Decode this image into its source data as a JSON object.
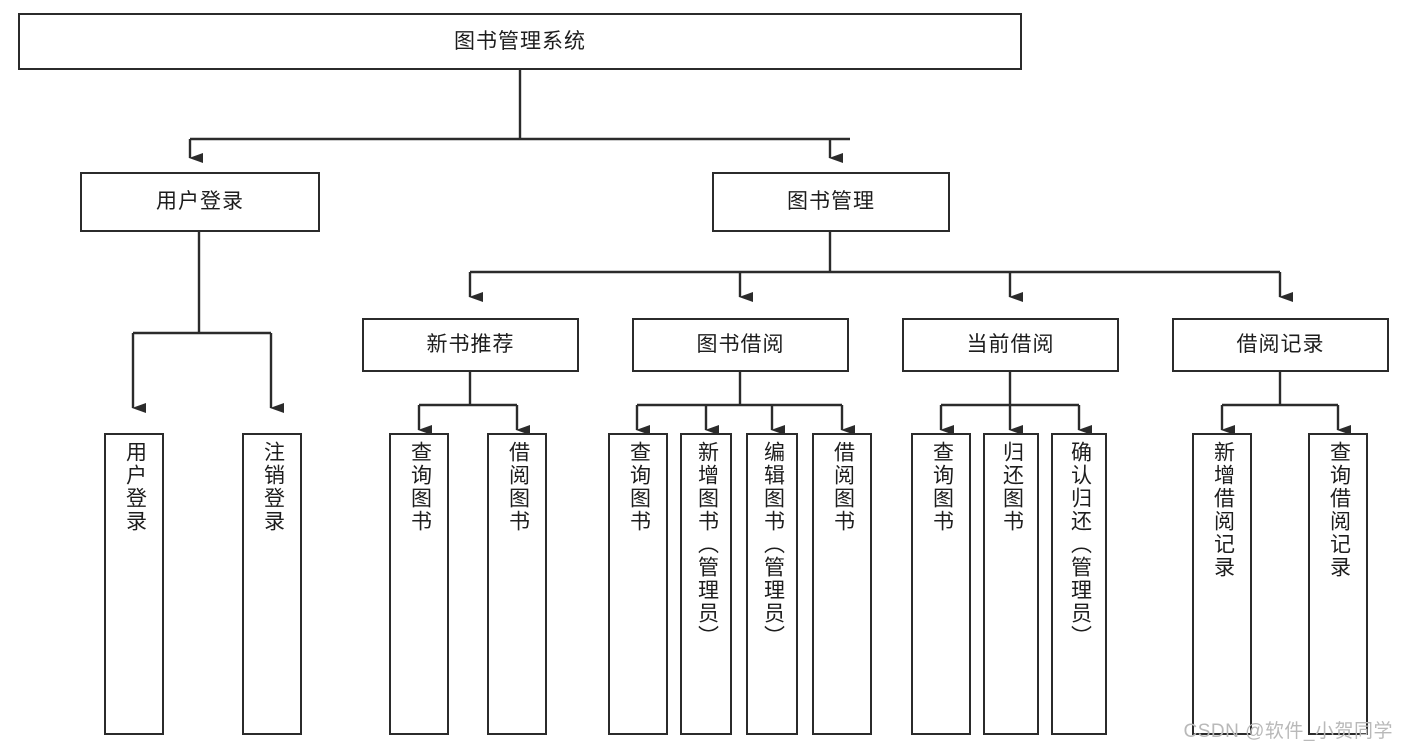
{
  "diagram": {
    "title": "图书管理系统",
    "type": "hierarchy-tree",
    "levels": 4,
    "colors": {
      "background": "#ffffff",
      "box_border": "#2b2b2b",
      "box_fill": "#ffffff",
      "connector": "#2b2b2b",
      "text": "#1d1d1d",
      "watermark": "#b9b9b9"
    },
    "root": {
      "id": "root",
      "label": "图书管理系统",
      "orientation": "horizontal"
    },
    "level2": [
      {
        "id": "user-login",
        "label": "用户登录",
        "orientation": "horizontal"
      },
      {
        "id": "book-manage",
        "label": "图书管理",
        "orientation": "horizontal"
      }
    ],
    "level3": [
      {
        "id": "new-book-recommend",
        "label": "新书推荐",
        "orientation": "horizontal",
        "parent": "book-manage"
      },
      {
        "id": "book-borrow",
        "label": "图书借阅",
        "orientation": "horizontal",
        "parent": "book-manage"
      },
      {
        "id": "current-borrow",
        "label": "当前借阅",
        "orientation": "horizontal",
        "parent": "book-manage"
      },
      {
        "id": "borrow-record",
        "label": "借阅记录",
        "orientation": "horizontal",
        "parent": "book-manage"
      }
    ],
    "leaves": {
      "user_login": [
        {
          "id": "leaf-user-login",
          "label": "用户登录",
          "orientation": "vertical"
        },
        {
          "id": "leaf-logout",
          "label": "注销登录",
          "orientation": "vertical"
        }
      ],
      "new_book_recommend": [
        {
          "id": "leaf-query-book-1",
          "label": "查询图书",
          "orientation": "vertical"
        },
        {
          "id": "leaf-borrow-book-1",
          "label": "借阅图书",
          "orientation": "vertical"
        }
      ],
      "book_borrow": [
        {
          "id": "leaf-query-book-2",
          "label": "查询图书",
          "orientation": "vertical"
        },
        {
          "id": "leaf-add-book-admin",
          "label": "新增图书（管理员）",
          "orientation": "vertical"
        },
        {
          "id": "leaf-edit-book-admin",
          "label": "编辑图书（管理员）",
          "orientation": "vertical"
        },
        {
          "id": "leaf-borrow-book-2",
          "label": "借阅图书",
          "orientation": "vertical"
        }
      ],
      "current_borrow": [
        {
          "id": "leaf-query-book-3",
          "label": "查询图书",
          "orientation": "vertical"
        },
        {
          "id": "leaf-return-book",
          "label": "归还图书",
          "orientation": "vertical"
        },
        {
          "id": "leaf-confirm-return-admin",
          "label": "确认归还（管理员）",
          "orientation": "vertical"
        }
      ],
      "borrow_record": [
        {
          "id": "leaf-add-borrow-record",
          "label": "新增借阅记录",
          "orientation": "vertical"
        },
        {
          "id": "leaf-query-borrow-record",
          "label": "查询借阅记录",
          "orientation": "vertical"
        }
      ]
    },
    "watermark": "CSDN @软件_小贺同学"
  }
}
